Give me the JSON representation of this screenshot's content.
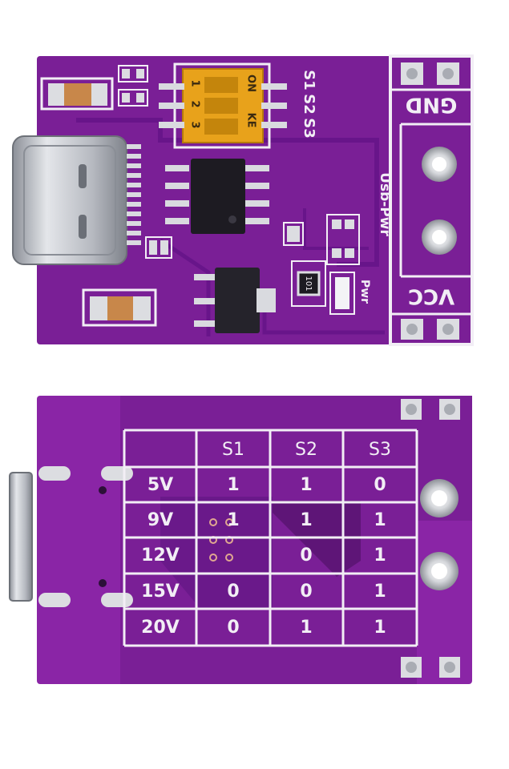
{
  "front": {
    "dip_switch": {
      "on_label": "ON",
      "ke_label": "KE",
      "numbers": [
        "1",
        "2",
        "3"
      ]
    },
    "switch_labels": [
      "S1",
      "S2",
      "S3"
    ],
    "gnd_label": "GND",
    "vcc_label": "VCC",
    "usb_pwr_label": "Usb-Pwr",
    "pwr_label": "Pwr",
    "resistor_code": "101"
  },
  "back": {
    "table": {
      "headers": [
        "",
        "S1",
        "S2",
        "S3"
      ],
      "rows": [
        {
          "voltage": "5V",
          "s1": "1",
          "s2": "1",
          "s3": "0"
        },
        {
          "voltage": "9V",
          "s1": "1",
          "s2": "1",
          "s3": "1"
        },
        {
          "voltage": "12V",
          "s1": "",
          "s2": "0",
          "s3": "1"
        },
        {
          "voltage": "15V",
          "s1": "0",
          "s2": "0",
          "s3": "1"
        },
        {
          "voltage": "20V",
          "s1": "0",
          "s2": "1",
          "s3": "1"
        }
      ]
    }
  },
  "colors": {
    "pcb_purple": "#7a1f96",
    "pcb_dark": "#5e1577",
    "silkscreen": "#f2eef5",
    "switch_orange": "#e8a21b",
    "ic_black": "#1d1b22",
    "metal": "#c9ccd2"
  }
}
